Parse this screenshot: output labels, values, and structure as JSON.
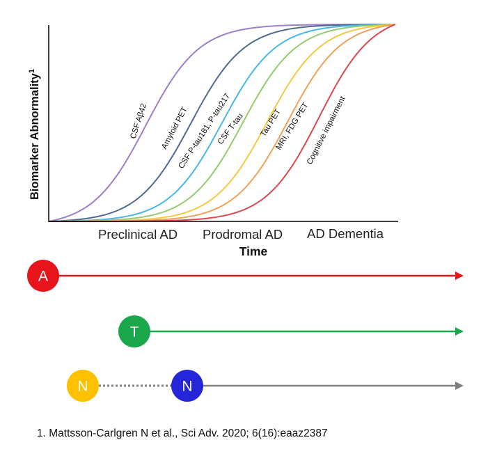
{
  "chart_data": {
    "type": "line",
    "ylabel": "Biomarker Abnormality",
    "ylabel_superscript": "1",
    "xlabel": "Time",
    "stages": [
      "Preclinical AD",
      "Prodromal AD",
      "AD Dementia"
    ],
    "curves": [
      {
        "label": "CSF Aβ42",
        "color": "#9b7fc7",
        "midpoint": 0.28
      },
      {
        "label": "Amyloid PET",
        "color": "#4f6a8f",
        "midpoint": 0.41
      },
      {
        "label": "CSF P-tau181, P-tau217",
        "color": "#45b8e6",
        "midpoint": 0.5
      },
      {
        "label": "CSF T-tau",
        "color": "#93cc6f",
        "midpoint": 0.56
      },
      {
        "label": "Tau PET",
        "color": "#f5c842",
        "midpoint": 0.63
      },
      {
        "label": "MRI, FDG PET",
        "color": "#f0a058",
        "midpoint": 0.69
      },
      {
        "label": "Cognitive impairment",
        "color": "#d9484e",
        "midpoint": 0.78
      }
    ]
  },
  "atn": [
    {
      "letter": "A",
      "color": "#e8141b",
      "line_color": "#e8141b",
      "dotted_lead": false
    },
    {
      "letter": "T",
      "color": "#1aa64a",
      "line_color": "#1aa64a",
      "dotted_lead": false
    },
    {
      "letter": "N",
      "color": "#2626d9",
      "line_color": "#808080",
      "dotted_lead": true,
      "lead_letter": "N",
      "lead_color": "#ffc000"
    }
  ],
  "footnote": {
    "number": "1.",
    "authors": "Mattsson-Carlgren N et al.,",
    "journal": "Sci Adv.",
    "citation": "2020; 6(16):eaaz2387"
  }
}
